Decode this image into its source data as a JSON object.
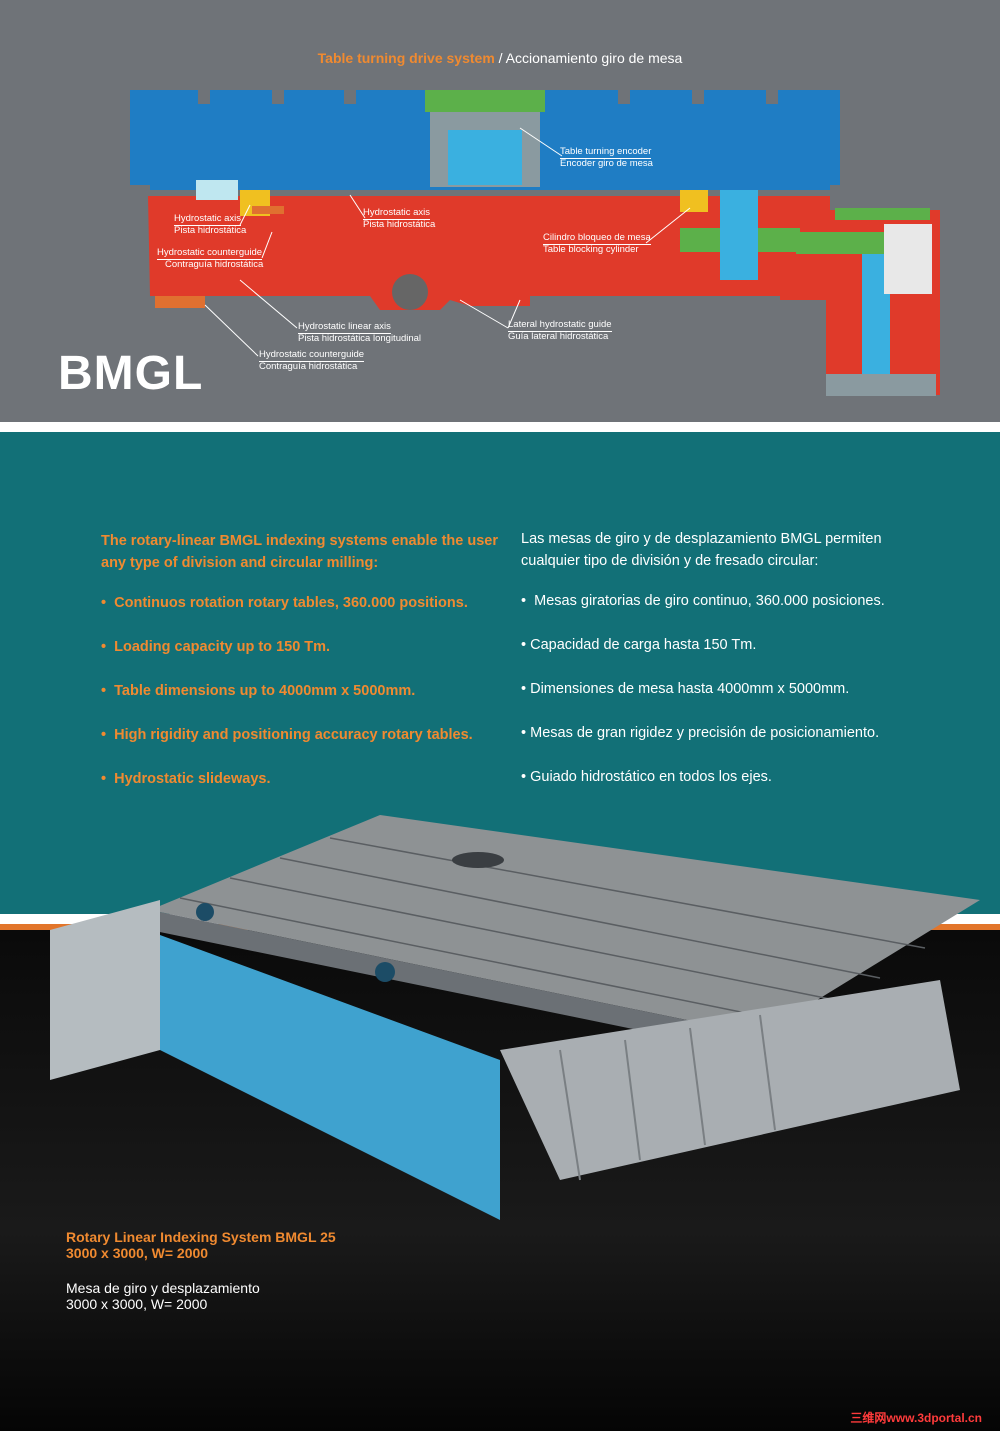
{
  "diagram": {
    "title_highlight": "Table turning drive system",
    "title_rest": " / Accionamiento giro de mesa",
    "labels": {
      "encoder_en": "Table turning encoder",
      "encoder_es": "Encoder giro de mesa",
      "hydro_axis_l_en": "Hydrostatic axis",
      "hydro_axis_l_es": "Pista hidrostática",
      "hydro_axis_c_en": "Hydrostatic axis",
      "hydro_axis_c_es": "Pista hidrostática",
      "counterguide1_en": "Hydrostatic counterguide",
      "counterguide1_es": "Contraguía hidrostática",
      "blocking_es": "Cilindro bloqueo de mesa",
      "blocking_en": "Table blocking cylinder",
      "linear_en": "Hydrostatic linear axis",
      "linear_es": "Pista hidrostática longitudinal",
      "lateral_en": "Lateral hydrostatic guide",
      "lateral_es": "Guía lateral hidrostática",
      "counterguide2_en": "Hydrostatic counterguide",
      "counterguide2_es": "Contraguía hidrostática"
    },
    "colors": {
      "table": "#1f7dc4",
      "base": "#e03a2a",
      "drive": "#5cb04a",
      "encoder": "#3ab0e0",
      "pad": "#f0c020"
    }
  },
  "brand": "BMGL",
  "english": {
    "intro": "The rotary-linear BMGL indexing systems enable the user any type of division and circular milling:",
    "bullets": [
      "Continuos rotation rotary tables, 360.000 positions.",
      "Loading capacity up to 150 Tm.",
      "Table dimensions up to 4000mm x 5000mm.",
      "High rigidity and positioning accuracy rotary tables.",
      "Hydrostatic slideways."
    ]
  },
  "spanish": {
    "intro": "Las mesas de giro y de desplazamiento BMGL  permiten cualquier tipo de división y de fresado circular:",
    "bullets": [
      "Mesas giratorias de giro continuo, 360.000 posiciones.",
      "Capacidad de carga hasta 150 Tm.",
      "Dimensiones de mesa hasta 4000mm x 5000mm.",
      "Mesas de gran rigidez y precisión de posicionamiento.",
      "Guiado hidrostático en todos los ejes."
    ]
  },
  "caption": {
    "en_line1": "Rotary Linear Indexing System BMGL 25",
    "en_line2": "3000 x 3000, W= 2000",
    "es_line1": "Mesa de giro y desplazamiento",
    "es_line2": "3000 x 3000, W= 2000"
  },
  "watermark": "三维网www.3dportal.cn"
}
